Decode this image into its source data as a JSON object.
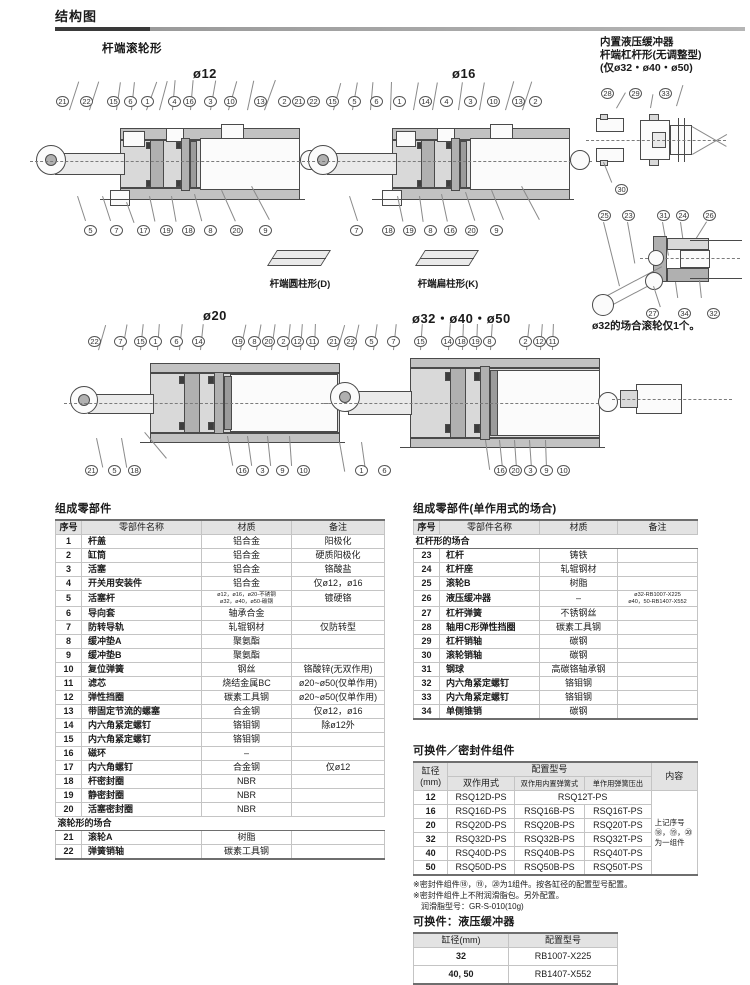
{
  "header": {
    "title": "结构图"
  },
  "diagrams": {
    "section_label": "杆端滚轮形",
    "titles": {
      "d12": "ø12",
      "d16": "ø16",
      "d20": "ø20",
      "d324050": "ø32・ø40・ø50"
    },
    "right_note": "内置液压缓冲器\n杆端杠杆形(无调整型)\n(仅ø32・ø40・ø50)",
    "right_note_l1": "内置液压缓冲器",
    "right_note_l2": "杆端杠杆形(无调整型)",
    "right_note_l3": "(仅ø32・ø40・ø50)",
    "rod_end_d": "杆端圆柱形(D)",
    "rod_end_k": "杆端扁柱形(K)",
    "roller_note": "ø32的场合滚轮仅1个。",
    "callouts": {
      "d12_top": [
        "21",
        "22",
        "15",
        "6",
        "1",
        "4",
        "16",
        "3",
        "10",
        "13",
        "2",
        "21",
        "22"
      ],
      "d12_bottom": [
        "5",
        "7",
        "17",
        "19",
        "18",
        "8",
        "20",
        "9"
      ],
      "d16_top": [
        "15",
        "5",
        "6",
        "1",
        "14",
        "4",
        "3",
        "10",
        "13",
        "2"
      ],
      "d16_bottom": [
        "7",
        "18",
        "19",
        "8",
        "16",
        "20",
        "9"
      ],
      "d20_top": [
        "22",
        "7",
        "15",
        "1",
        "6",
        "14",
        "19",
        "8",
        "20",
        "2",
        "12",
        "11"
      ],
      "d20_bottom": [
        "21",
        "5",
        "18",
        "16",
        "3",
        "9",
        "10"
      ],
      "d32_top": [
        "21",
        "22",
        "5",
        "7",
        "15",
        "14",
        "18",
        "19",
        "8",
        "2",
        "12",
        "11"
      ],
      "d32_bottom": [
        "1",
        "6",
        "16",
        "20",
        "3",
        "9",
        "10"
      ],
      "lever_top": [
        "28",
        "29",
        "33"
      ],
      "lever_bottom": [
        "30"
      ],
      "lever2_top": [
        "25",
        "23",
        "31",
        "24",
        "26"
      ],
      "lever2_bottom": [
        "27",
        "34",
        "32"
      ]
    }
  },
  "table_parts": {
    "title": "组成零部件",
    "headers": [
      "序号",
      "零部件名称",
      "材质",
      "备注"
    ],
    "rows": [
      [
        "1",
        "杆盖",
        "铝合金",
        "阳极化"
      ],
      [
        "2",
        "缸筒",
        "铝合金",
        "硬质阳极化"
      ],
      [
        "3",
        "活塞",
        "铝合金",
        "铬酸盐"
      ],
      [
        "4",
        "开关用安装件",
        "铝合金",
        "仅ø12，ø16"
      ],
      [
        "5",
        "活塞杆",
        "ø12，ø16，ø20-不锈钢\nø32，ø40，ø50-碳钢",
        "镀硬铬"
      ],
      [
        "6",
        "导向套",
        "轴承合金",
        ""
      ],
      [
        "7",
        "防转导轨",
        "轧辊钢材",
        "仅防转型"
      ],
      [
        "8",
        "缓冲垫A",
        "聚氨酯",
        ""
      ],
      [
        "9",
        "缓冲垫B",
        "聚氨酯",
        ""
      ],
      [
        "10",
        "复位弹簧",
        "钢丝",
        "铬酸锌(无双作用)"
      ],
      [
        "11",
        "滤芯",
        "烧结金属BC",
        "ø20~ø50(仅单作用)"
      ],
      [
        "12",
        "弹性挡圈",
        "碳素工具钢",
        "ø20~ø50(仅单作用)"
      ],
      [
        "13",
        "带固定节流的螺塞",
        "合金钢",
        "仅ø12，ø16"
      ],
      [
        "14",
        "内六角紧定螺钉",
        "铬钼钢",
        "除ø12外"
      ],
      [
        "15",
        "内六角紧定螺钉",
        "铬钼钢",
        ""
      ],
      [
        "16",
        "磁环",
        "–",
        ""
      ],
      [
        "17",
        "内六角螺钉",
        "合金钢",
        "仅ø12"
      ],
      [
        "18",
        "杆密封圈",
        "NBR",
        ""
      ],
      [
        "19",
        "静密封圈",
        "NBR",
        ""
      ],
      [
        "20",
        "活塞密封圈",
        "NBR",
        ""
      ]
    ],
    "subhead": "滚轮形的场合",
    "rows2": [
      [
        "21",
        "滚轮A",
        "树脂",
        ""
      ],
      [
        "22",
        "弹簧销轴",
        "碳素工具钢",
        ""
      ]
    ]
  },
  "table_parts_single": {
    "title": "组成零部件(单作用式的场合)",
    "headers": [
      "序号",
      "零部件名称",
      "材质",
      "备注"
    ],
    "subhead": "杠杆形的场合",
    "rows": [
      [
        "23",
        "杠杆",
        "铸铁",
        ""
      ],
      [
        "24",
        "杠杆座",
        "轧辊钢材",
        ""
      ],
      [
        "25",
        "滚轮B",
        "树脂",
        ""
      ],
      [
        "26",
        "液压缓冲器",
        "–",
        "ø32-RB1007-X225\nø40，50-RB1407-X552"
      ],
      [
        "27",
        "杠杆弹簧",
        "不锈钢丝",
        ""
      ],
      [
        "28",
        "轴用C形弹性挡圈",
        "碳素工具钢",
        ""
      ],
      [
        "29",
        "杠杆销轴",
        "碳钢",
        ""
      ],
      [
        "30",
        "滚轮销轴",
        "碳钢",
        ""
      ],
      [
        "31",
        "钢球",
        "高碳铬轴承钢",
        ""
      ],
      [
        "32",
        "内六角紧定螺钉",
        "铬钼钢",
        ""
      ],
      [
        "33",
        "内六角紧定螺钉",
        "铬钼钢",
        ""
      ],
      [
        "34",
        "单侧锥销",
        "碳钢",
        ""
      ]
    ]
  },
  "table_seals": {
    "title": "可换件／密封件组件",
    "header_bore": "缸径\n(mm)",
    "header_bore_l1": "缸径",
    "header_bore_l2": "(mm)",
    "header_model": "配置型号",
    "header_content": "内容",
    "sub_headers": [
      "双作用式",
      "双作用内置弹簧式",
      "单作用弹簧压出"
    ],
    "content_cell_l1": "上记序号",
    "content_cell_l2": "⑱，⑲，⑳",
    "content_cell_l3": "为一组件",
    "rows": [
      {
        "bore": "12",
        "double": "RSQ12D-PS",
        "merged": "RSQ12T-PS"
      },
      {
        "bore": "16",
        "double": "RSQ16D-PS",
        "spring": "RSQ16B-PS",
        "single": "RSQ16T-PS"
      },
      {
        "bore": "20",
        "double": "RSQ20D-PS",
        "spring": "RSQ20B-PS",
        "single": "RSQ20T-PS"
      },
      {
        "bore": "32",
        "double": "RSQ32D-PS",
        "spring": "RSQ32B-PS",
        "single": "RSQ32T-PS"
      },
      {
        "bore": "40",
        "double": "RSQ40D-PS",
        "spring": "RSQ40B-PS",
        "single": "RSQ40T-PS"
      },
      {
        "bore": "50",
        "double": "RSQ50D-PS",
        "spring": "RSQ50B-PS",
        "single": "RSQ50T-PS"
      }
    ],
    "notes": [
      "※密封件组件⑱，⑲，⑳为1组件。按各缸径的配置型号配置。",
      "※密封件组件上不附润滑脂包。另外配置。",
      "　润滑脂型号：GR-S-010(10g)"
    ]
  },
  "table_shock": {
    "title": "可换件：液压缓冲器",
    "headers": [
      "缸径(mm)",
      "配置型号"
    ],
    "rows": [
      [
        "32",
        "RB1007-X225"
      ],
      [
        "40, 50",
        "RB1407-X552"
      ]
    ]
  }
}
